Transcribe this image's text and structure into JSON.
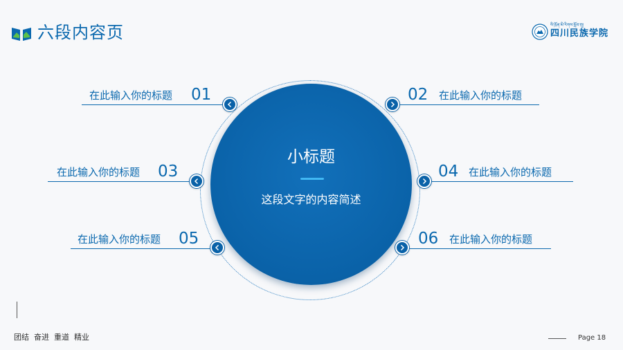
{
  "header": {
    "title": "六段内容页",
    "logo_icon": "mountain-book-icon",
    "logo_seal_icon": "university-seal-icon",
    "logo_tibetan": "སི་ཁྲོན་མི་རིགས་སློབ་གྲྭ།",
    "logo_text": "四川民族学院"
  },
  "center": {
    "title": "小标题",
    "description": "这段文字的内容简述"
  },
  "items": [
    {
      "number": "01",
      "title": "在此输入你的标题",
      "icon": "chevron-left-icon"
    },
    {
      "number": "02",
      "title": "在此输入你的标题",
      "icon": "chevron-right-icon"
    },
    {
      "number": "03",
      "title": "在此输入你的标题",
      "icon": "chevron-left-icon"
    },
    {
      "number": "04",
      "title": "在此输入你的标题",
      "icon": "chevron-right-icon"
    },
    {
      "number": "05",
      "title": "在此输入你的标题",
      "icon": "chevron-left-icon"
    },
    {
      "number": "06",
      "title": "在此输入你的标题",
      "icon": "chevron-right-icon"
    }
  ],
  "footer": {
    "motto": "团结  奋进  重道  精业",
    "page_label": "Page 18"
  },
  "colors": {
    "primary": "#0a68ae",
    "accent": "#41b8f3",
    "background": "#f7f8fa"
  }
}
